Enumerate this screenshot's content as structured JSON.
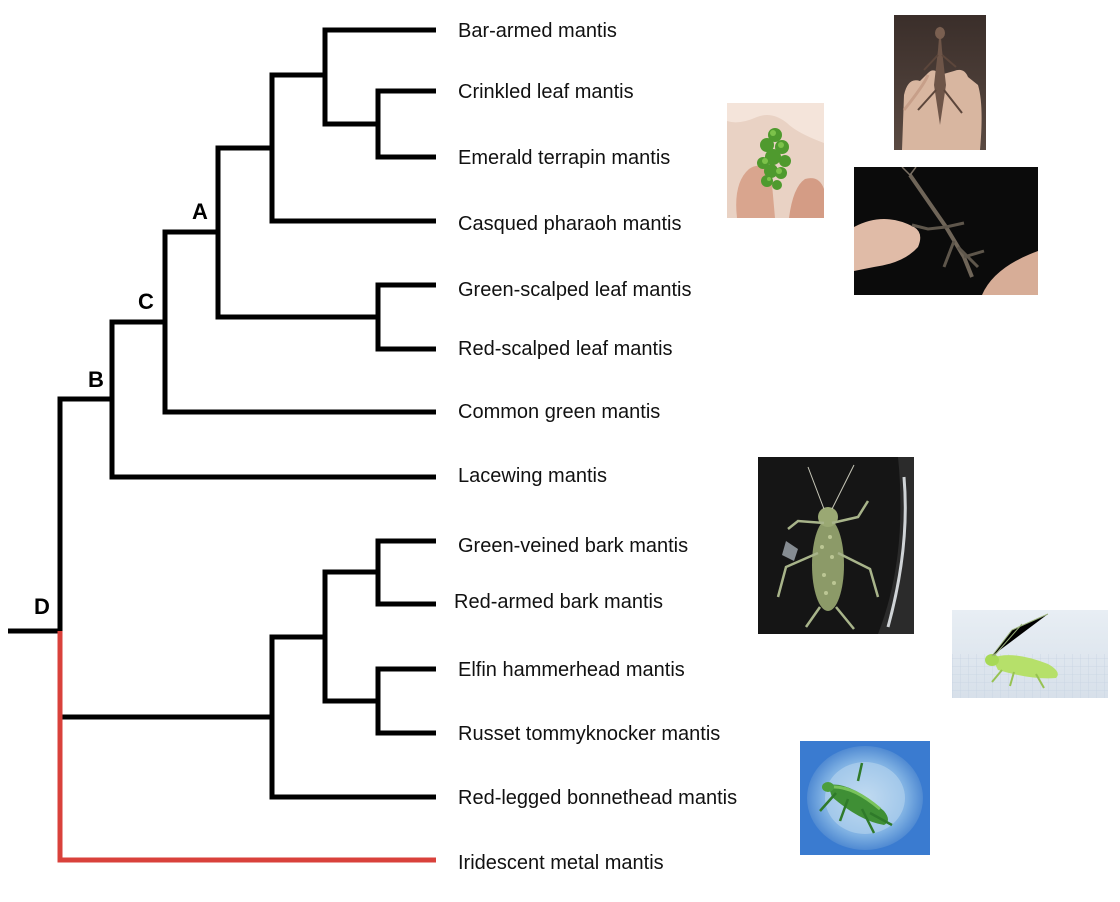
{
  "tree": {
    "taxa": [
      "Bar-armed mantis",
      "Crinkled leaf mantis",
      "Emerald terrapin mantis",
      "Casqued pharaoh mantis",
      "Green-scalped leaf mantis",
      "Red-scalped leaf mantis",
      "Common green mantis",
      "Lacewing mantis",
      "Green-veined bark mantis",
      "Red-armed bark mantis",
      "Elfin hammerhead mantis",
      "Russet tommyknocker mantis",
      "Red-legged bonnethead mantis",
      "Iridescent metal mantis"
    ],
    "node_labels": {
      "A": "A",
      "B": "B",
      "C": "C",
      "D": "D"
    },
    "branch_color": "#000000",
    "highlight_color": "#d9413b"
  },
  "photos": [
    {
      "name": "photo-mantis-on-hand-brown",
      "desc": "brown mantis on palm"
    },
    {
      "name": "photo-green-mossy-mantis",
      "desc": "green mossy mantis held in fingers"
    },
    {
      "name": "photo-stick-mantis-dark",
      "desc": "thin mantis on finger, dark background"
    },
    {
      "name": "photo-lichen-mantis",
      "desc": "speckled mantis on dark surface"
    },
    {
      "name": "photo-pale-green-mantis",
      "desc": "pale green mantis on grid paper"
    },
    {
      "name": "photo-green-mantis-in-cup",
      "desc": "green mantis in blue cup"
    }
  ]
}
